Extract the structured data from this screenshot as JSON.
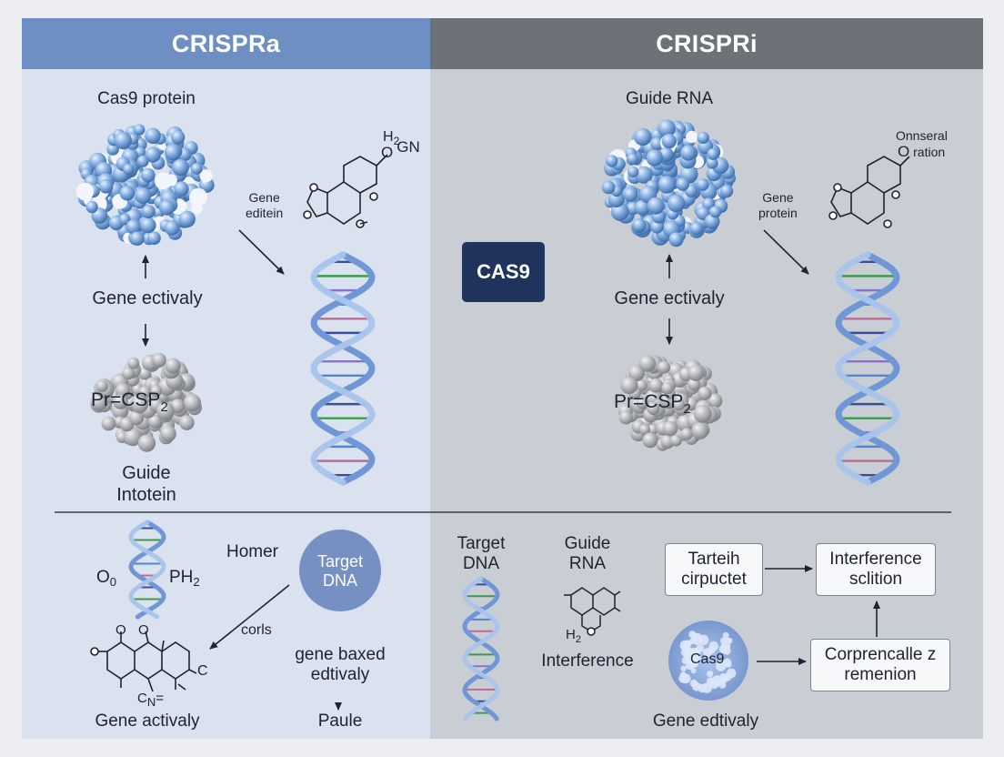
{
  "left": {
    "header": "CRISPRa",
    "top_label": "Cas9 protein",
    "mol_h2": "H",
    "mol_h2_sub": "2",
    "mol_ogn_o": "O",
    "mol_ogn_gn": "GN",
    "mol_o": "O",
    "gene_small_1": "Gene",
    "gene_small_2": "editein",
    "activity": "Gene ectivaly",
    "cluster_main": "Pr=CSP",
    "cluster_sub": "2",
    "bottom_1": "Guide",
    "bottom_2": "Intotein"
  },
  "right": {
    "header": "CRISPRi",
    "top_label": "Guide RNA",
    "mol_corner_1": "Onnseral",
    "mol_corner_2": "ration",
    "mol_o": "O",
    "gene_small_1": "Gene",
    "gene_small_2": "protein",
    "badge": "CAS9",
    "activity": "Gene ectivaly",
    "cluster_main": "Pr=CSP",
    "cluster_sub": "2"
  },
  "bottom_left": {
    "o_label": "O",
    "o_sub": "0",
    "ph_label": "PH",
    "ph_sub": "2",
    "homer": "Homer",
    "circle_1": "Target",
    "circle_2": "DNA",
    "corls": "corls",
    "o_a": "O",
    "o_b": "O",
    "c_label": "C",
    "cn_label": "C",
    "cn_n": "N",
    "gene_1": "gene baxed",
    "gene_2": "edtivaly",
    "paule": "Paule",
    "bottom": "Gene activaly"
  },
  "bottom_right": {
    "target_1": "Target",
    "target_2": "DNA",
    "guide_1": "Guide",
    "guide_2": "RNA",
    "h2": "H",
    "h2_sub": "2",
    "interference": "Interference",
    "box1_1": "Tarteih",
    "box1_2": "cirpuctet",
    "box2_1": "Interference",
    "box2_2": "sclition",
    "box3_1": "Corprencalle z",
    "box3_2": "remenion",
    "cas9_ball": "Cas9",
    "bottom": "Gene edtivaly"
  },
  "colors": {
    "left_header": "#6d8fc4",
    "right_header": "#6d7278",
    "left_bg": "#d8e1ee",
    "right_bg": "#c8ccd3",
    "badge": "#20335d",
    "circle": "#7690c4",
    "dna_blue": "#8fb0e0",
    "protein_blue": "#5b8ecb"
  }
}
